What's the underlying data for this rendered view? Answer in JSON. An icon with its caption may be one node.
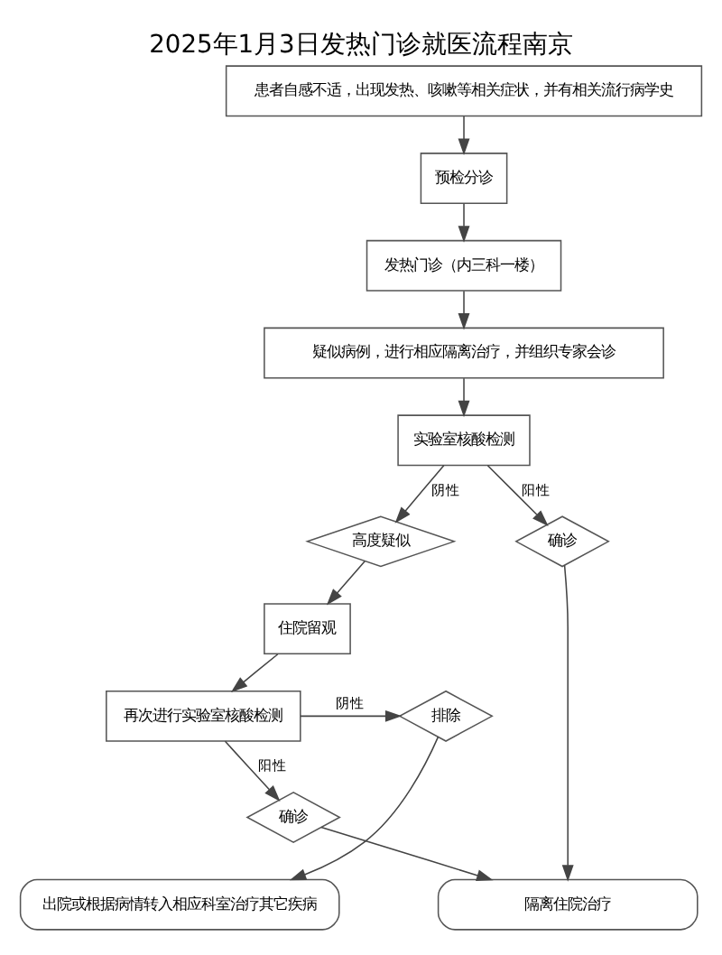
{
  "diagram": {
    "title": "2025年1月3日发热门诊就医流程南京",
    "nodes": [
      {
        "text": [
          "患者自感不适，出现发热、咳嗽等相关症状，并有相关流行病学史"
        ]
      },
      {
        "text": [
          "预检分诊"
        ]
      },
      {
        "text": [
          "发热门诊（内三科一楼）"
        ]
      },
      {
        "text": [
          "疑似病例，进行相应隔离治疗，并组织专家会诊"
        ]
      },
      {
        "text": [
          "实验室核酸检测"
        ]
      },
      {
        "text": [
          "高度疑似"
        ]
      },
      {
        "text": [
          "确诊"
        ]
      },
      {
        "text": [
          "住院留观"
        ]
      },
      {
        "text": [
          "排除"
        ]
      },
      {
        "text": [
          "再次进行实验室核酸检测"
        ]
      },
      {
        "text": [
          "确诊"
        ]
      },
      {
        "text": [
          "出院或根据病情转入相应科室治疗其它疾病"
        ]
      },
      {
        "text": [
          "隔离住院治疗"
        ]
      }
    ],
    "edges": [
      {
        "from": 0,
        "to": 1,
        "arrow": "to"
      },
      {
        "from": 1,
        "to": 2,
        "arrow": "to"
      },
      {
        "from": 2,
        "to": 3,
        "arrow": "to"
      },
      {
        "from": 3,
        "to": 4,
        "arrow": "to"
      },
      {
        "from": 4,
        "to": 5,
        "arrow": "to",
        "label": "阴性"
      },
      {
        "from": 4,
        "to": 6,
        "arrow": "to",
        "label": "阳性"
      },
      {
        "from": 5,
        "to": 7,
        "arrow": "to"
      },
      {
        "from": 7,
        "to": 9,
        "arrow": "to"
      },
      {
        "from": 9,
        "to": 8,
        "arrow": "to",
        "label": "阴性"
      },
      {
        "from": 9,
        "to": 10,
        "arrow": "to",
        "label": "阳性"
      },
      {
        "from": 8,
        "to": 11,
        "arrow": "to"
      },
      {
        "from": 10,
        "to": 12,
        "arrow": "to"
      },
      {
        "from": 6,
        "to": 12,
        "arrow": "to"
      }
    ]
  }
}
